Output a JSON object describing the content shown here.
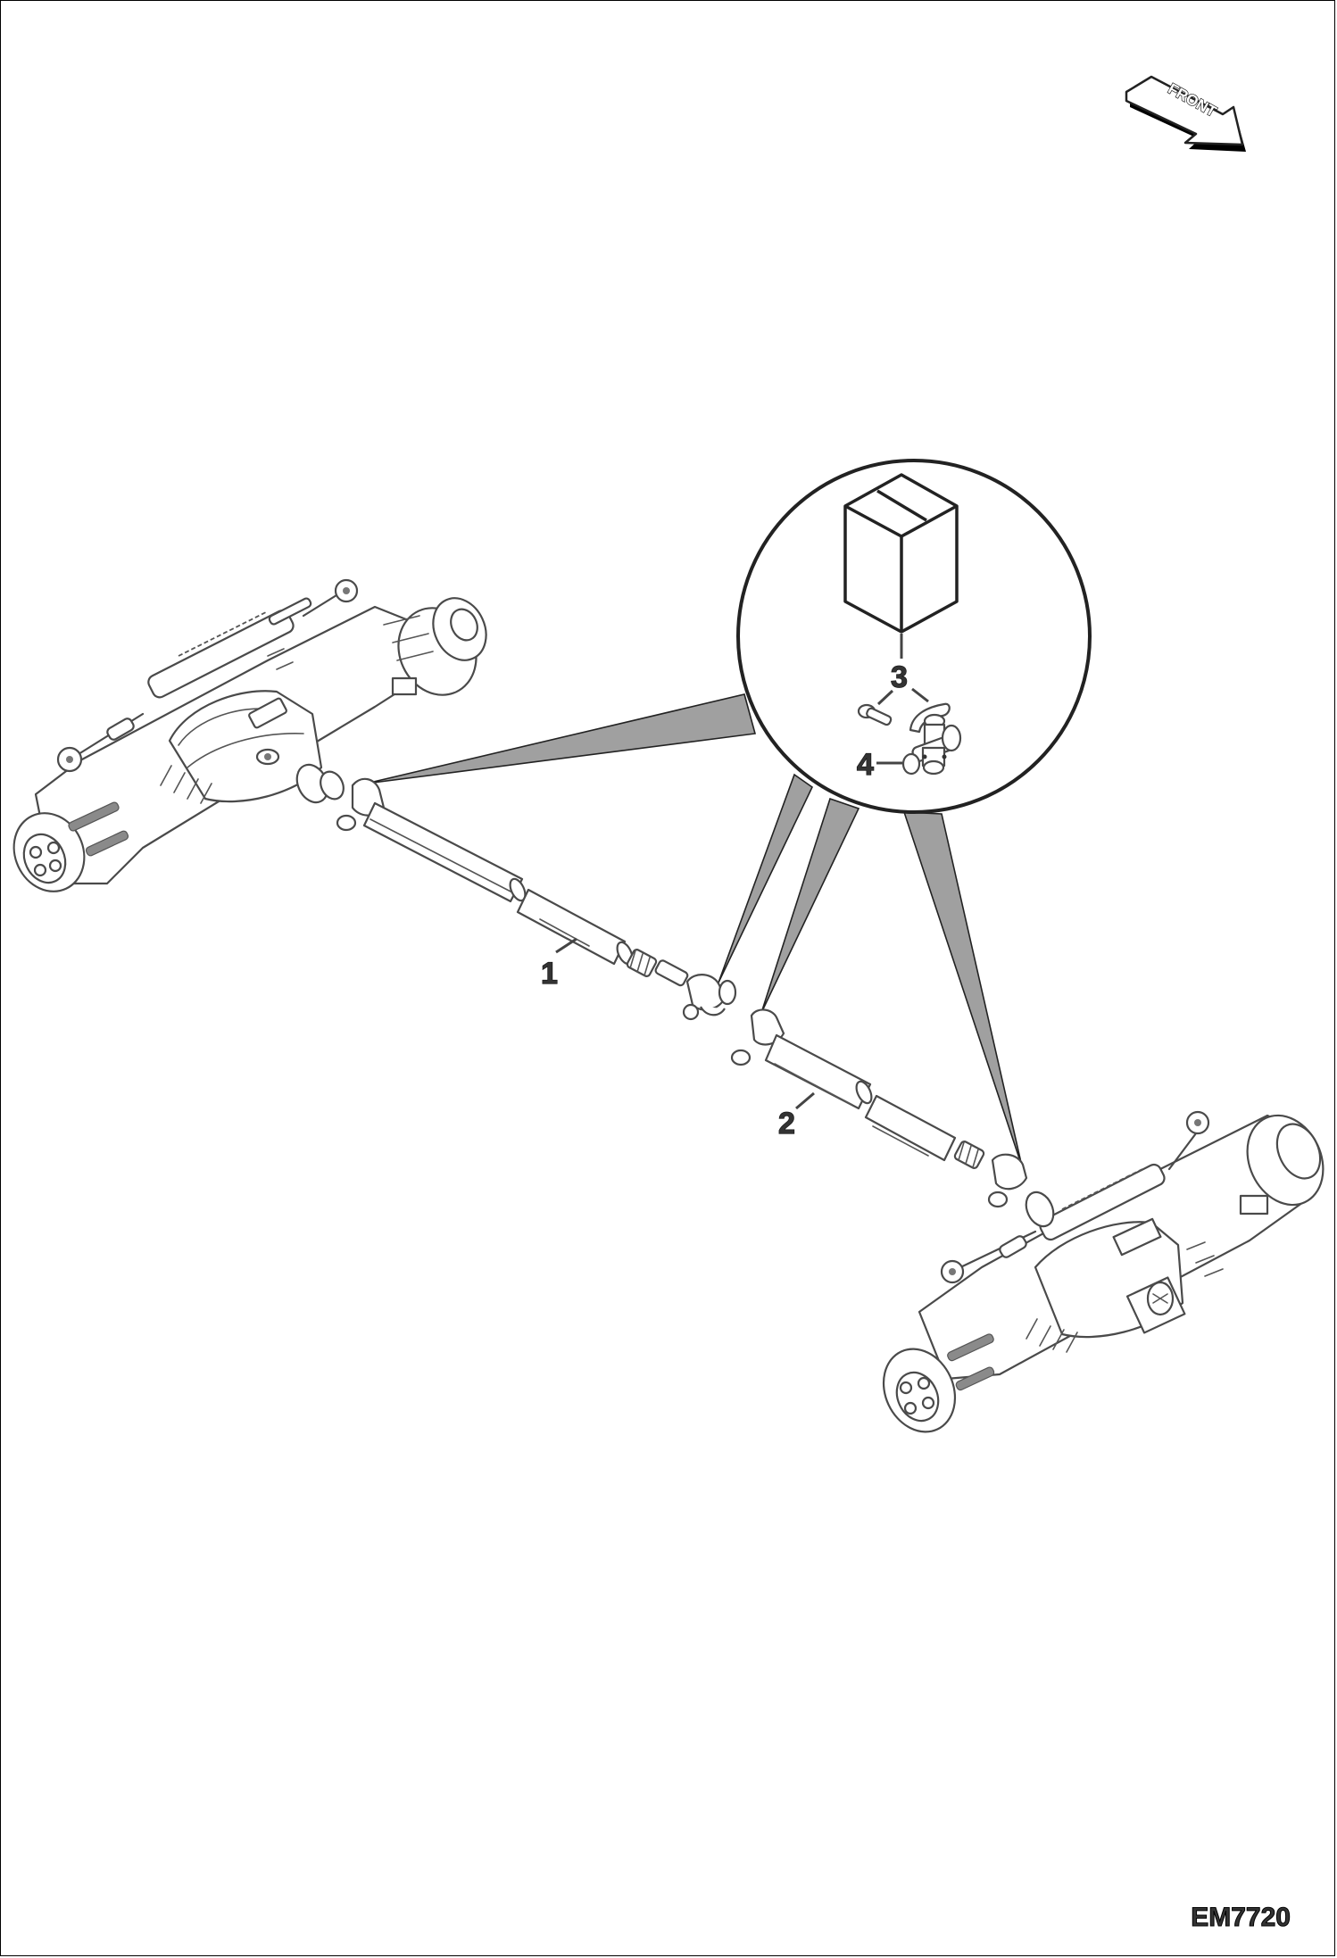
{
  "figure": {
    "code": "EM7720",
    "orientation_arrow": {
      "label": "FRONT",
      "icon": "front-direction-arrow-icon"
    }
  },
  "parts": [
    {
      "callout": "1",
      "description": "Rear drive shaft",
      "icon": "drive-shaft-icon"
    },
    {
      "callout": "2",
      "description": "Front drive shaft",
      "icon": "drive-shaft-icon"
    },
    {
      "callout": "3",
      "description": "Kit (universal joint / cross & bearing)",
      "icon": "parts-kit-box-icon"
    },
    {
      "callout": "4",
      "description": "Bearing cap",
      "icon": "bearing-cap-icon"
    }
  ],
  "callout_labels": {
    "shaft_rear": "1",
    "shaft_front": "2",
    "kit": "3",
    "bearing": "4"
  },
  "assemblies": {
    "left": {
      "name": "rear-axle-assembly",
      "icon": "axle-assembly-icon"
    },
    "right": {
      "name": "front-axle-assembly",
      "icon": "axle-assembly-icon"
    },
    "detail": {
      "name": "detail-callout-circle",
      "icon": "magnifier-detail-icon"
    }
  },
  "colors": {
    "background": "#ffffff",
    "line": "#4a4a4a",
    "wedge_fill": "#a0a0a0",
    "frame": "#000000"
  }
}
